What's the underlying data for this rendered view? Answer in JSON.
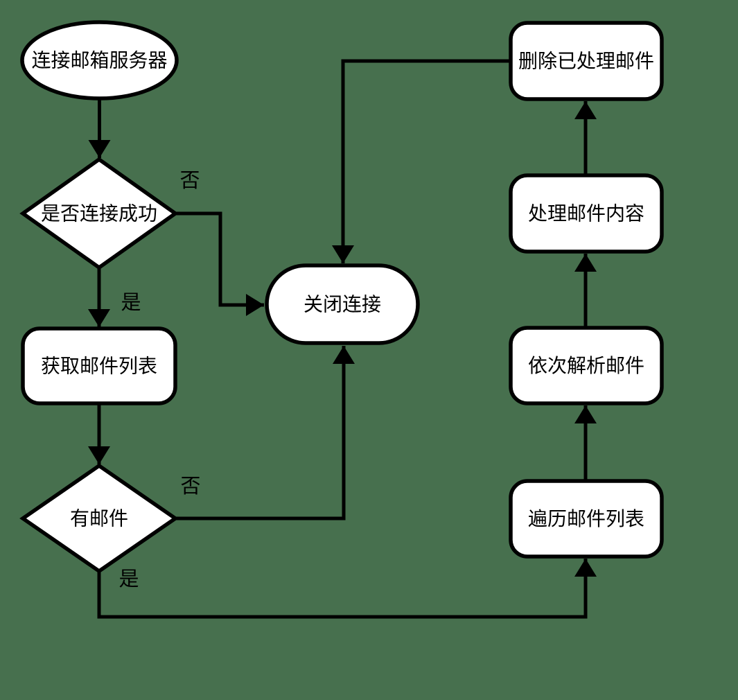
{
  "canvas": {
    "background": "#47704e",
    "line_color": "#000000",
    "node_fill": "#ffffff",
    "text_color": "#000000"
  },
  "nodes": {
    "connect": {
      "shape": "ellipse",
      "label": "连接邮箱服务器"
    },
    "check": {
      "shape": "diamond",
      "label": "是否连接成功"
    },
    "getlist": {
      "shape": "rounded-rect",
      "label": "获取邮件列表"
    },
    "hasmail": {
      "shape": "diamond",
      "label": "有邮件"
    },
    "close": {
      "shape": "stadium",
      "label": "关闭连接"
    },
    "delete": {
      "shape": "rounded-rect",
      "label": "删除已处理邮件"
    },
    "process": {
      "shape": "rounded-rect",
      "label": "处理邮件内容"
    },
    "parse": {
      "shape": "rounded-rect",
      "label": "依次解析邮件"
    },
    "iterate": {
      "shape": "rounded-rect",
      "label": "遍历邮件列表"
    }
  },
  "edge_labels": {
    "check_no": "否",
    "check_yes": "是",
    "hasmail_no": "否",
    "hasmail_yes": "是"
  }
}
